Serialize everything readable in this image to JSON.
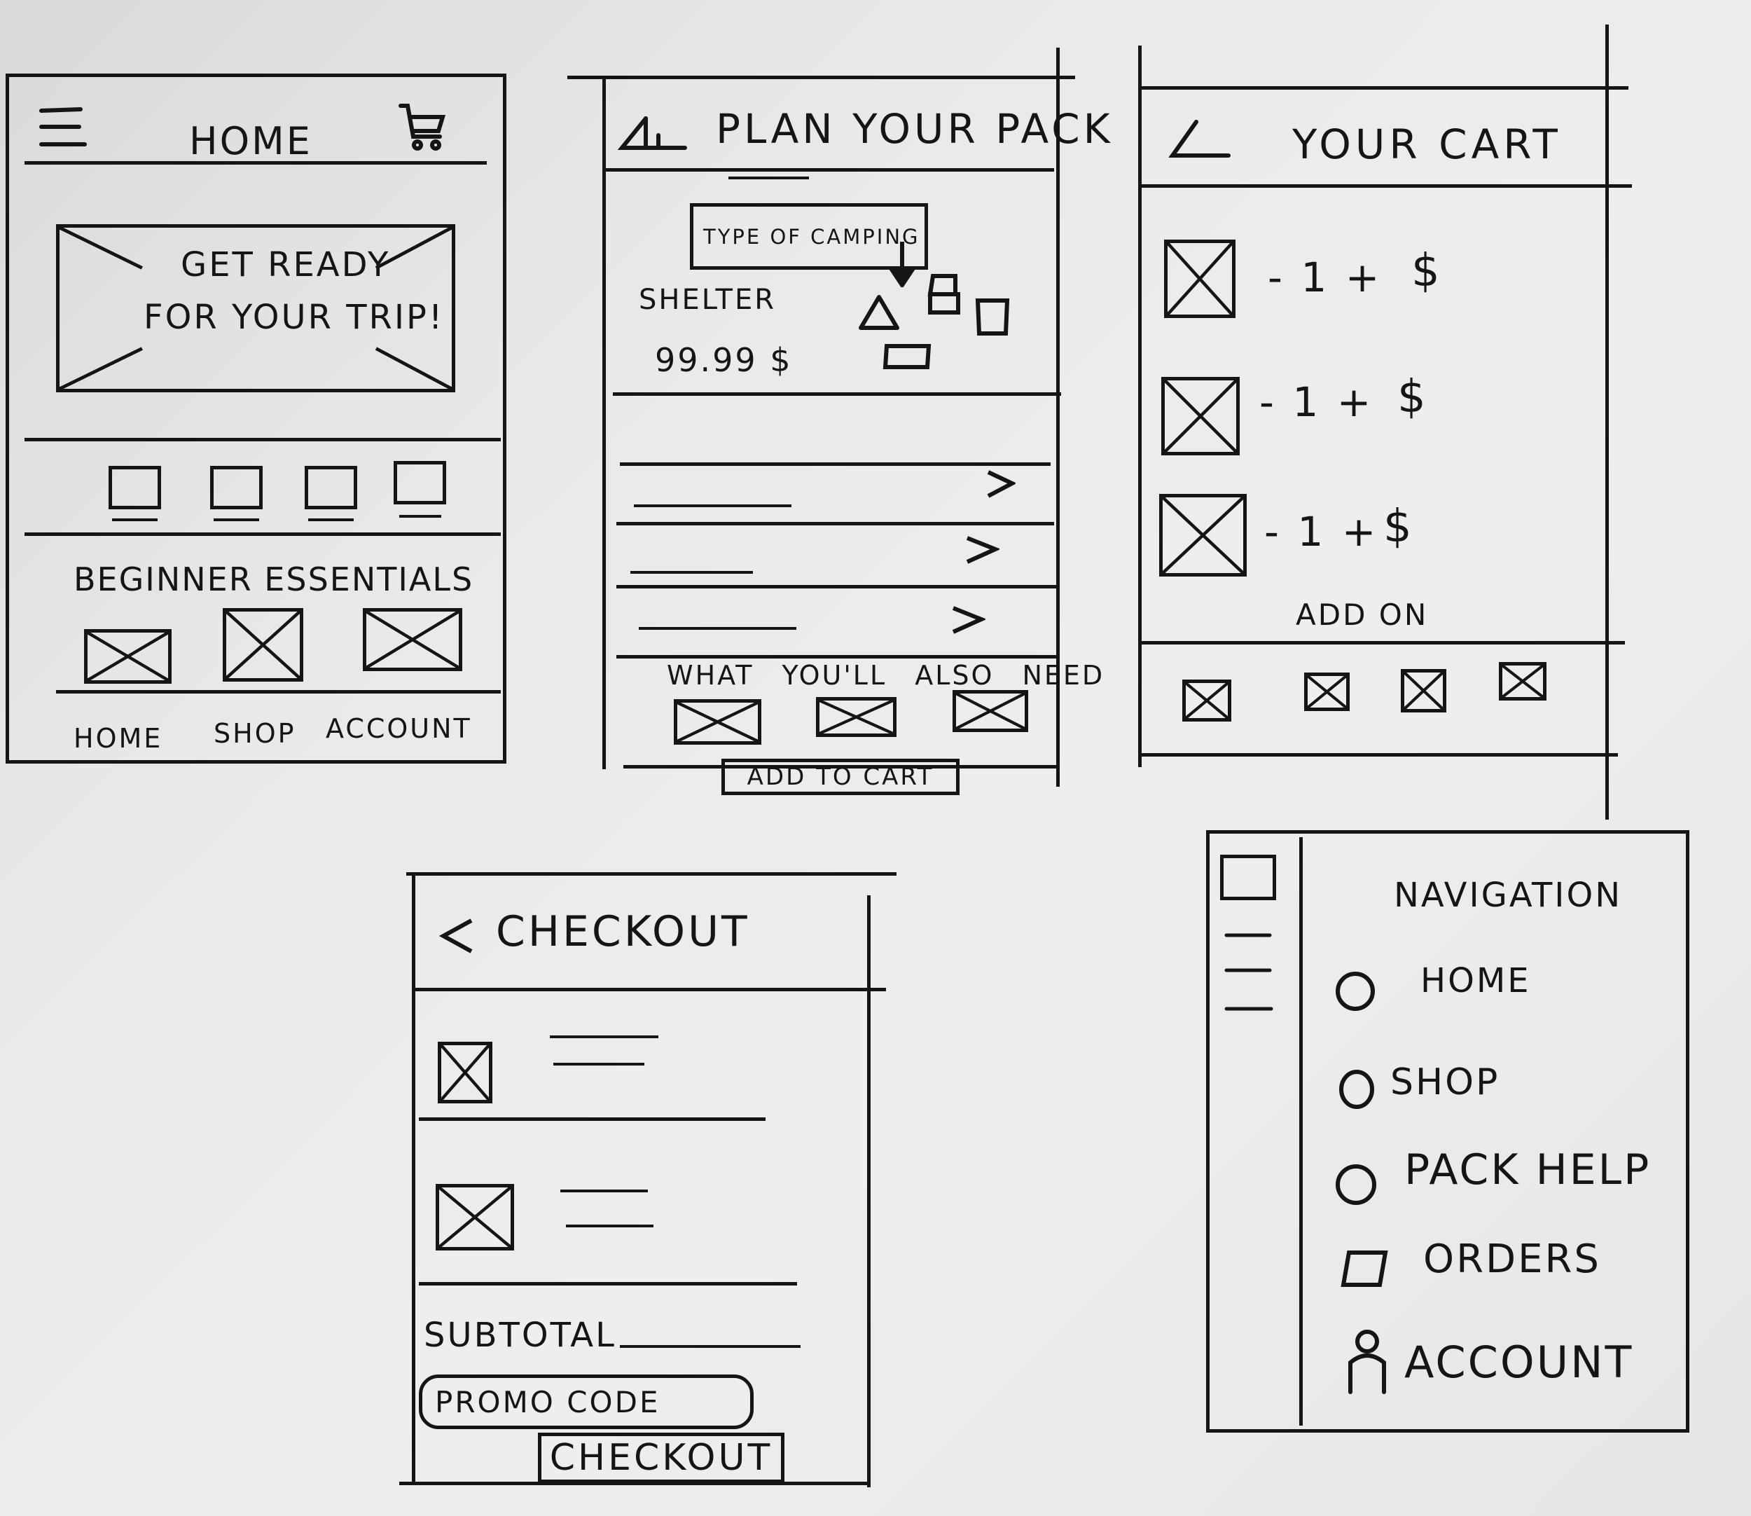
{
  "home": {
    "title": "HOME",
    "hero_line1": "GET READY",
    "hero_line2": "FOR YOUR TRIP!",
    "section_title": "BEGINNER ESSENTIALS",
    "nav": [
      "HOME",
      "SHOP",
      "ACCOUNT"
    ]
  },
  "plan": {
    "title": "PLAN YOUR PACK",
    "dropdown_label": "TYPE OF CAMPING",
    "item_name": "SHELTER",
    "item_price": "99.99 $",
    "also_need": "WHAT YOU'LL ALSO NEED",
    "add_to_cart": "ADD TO CART"
  },
  "cart": {
    "title": "YOUR CART",
    "stepper": "- 1 +",
    "price_symbol": "$",
    "add_on": "ADD ON"
  },
  "checkout": {
    "title": "CHECKOUT",
    "subtotal": "SUBTOTAL",
    "promo": "PROMO CODE",
    "button": "CHECKOUT"
  },
  "navigation": {
    "title": "NAVIGATION",
    "items": [
      "HOME",
      "SHOP",
      "PACK HELP",
      "ORDERS",
      "ACCOUNT"
    ]
  }
}
